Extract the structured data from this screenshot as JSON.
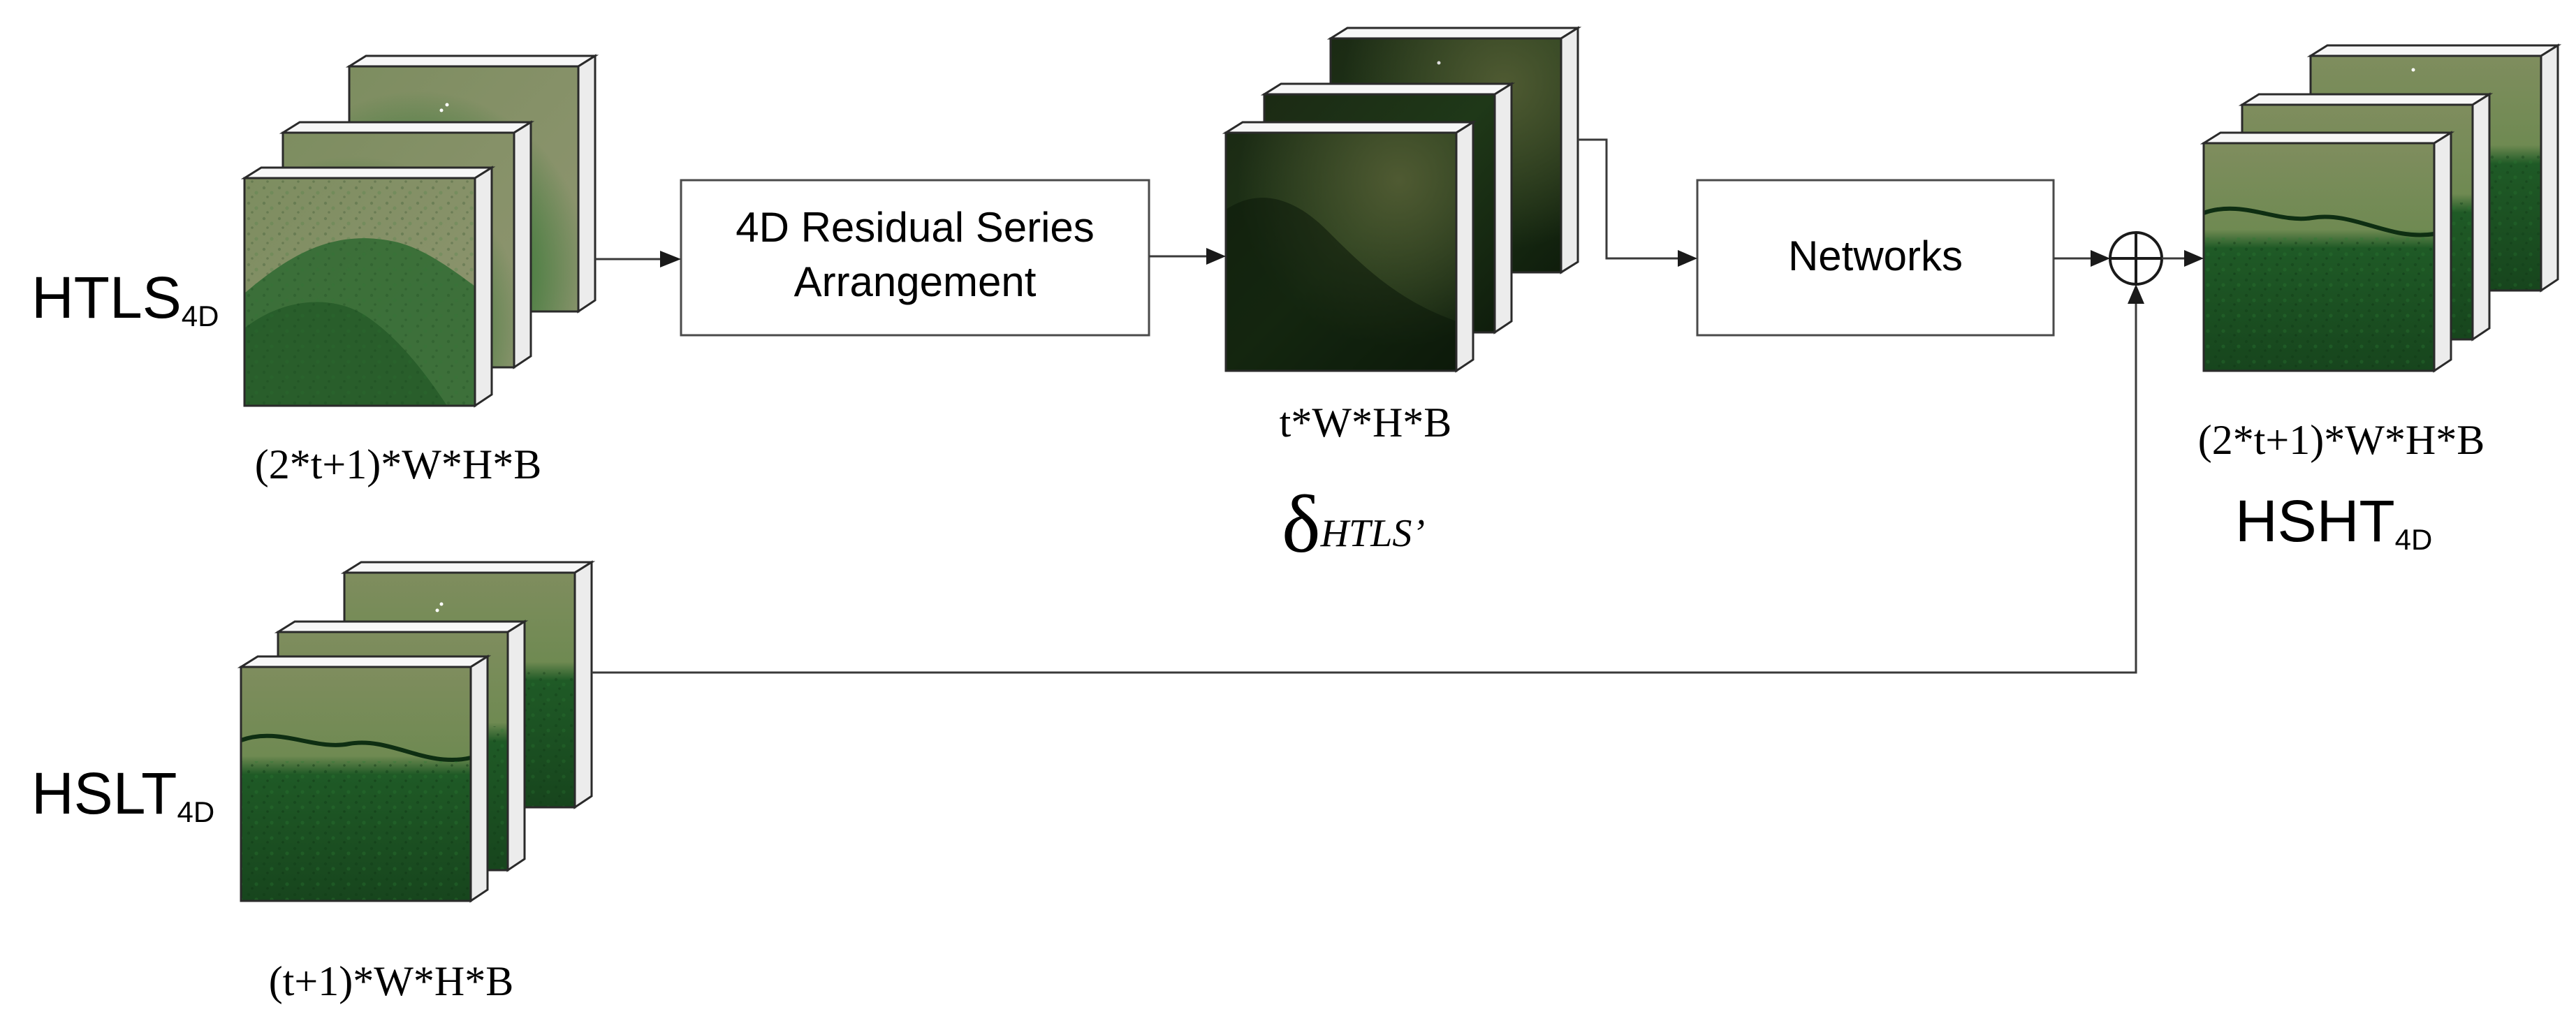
{
  "inputs": {
    "htls": {
      "name": "HTLS",
      "sub": "4D",
      "dims": "(2*t+1)*W*H*B"
    },
    "hslt": {
      "name": "HSLT",
      "sub": "4D",
      "dims": "(t+1)*W*H*B"
    }
  },
  "residual_box": {
    "line1": "4D Residual Series",
    "line2": "Arrangement"
  },
  "residual_stack": {
    "dims": "t*W*H*B",
    "symbol": "δ",
    "sub": "HTLS’"
  },
  "networks_box": {
    "label": "Networks"
  },
  "output": {
    "name": "HSHT",
    "sub": "4D",
    "dims": "(2*t+1)*W*H*B"
  },
  "sum_node": {
    "symbol": "+"
  },
  "colors": {
    "stroke": "#2a2a2a",
    "box_fill": "#ffffff",
    "tile_dark_green": "#1f5a26",
    "tile_grass": "#6f8f5a",
    "tile_tan": "#9a9a72"
  }
}
